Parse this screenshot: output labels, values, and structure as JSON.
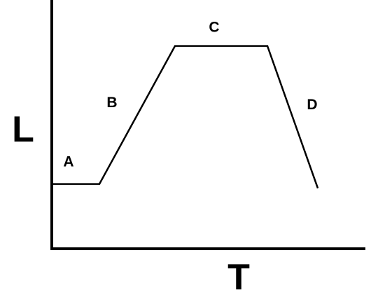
{
  "chart_data": {
    "type": "line",
    "title": "",
    "xlabel": "T",
    "ylabel": "L",
    "grid": false,
    "legend": "none",
    "xlim": [
      0,
      10
    ],
    "ylim": [
      0,
      10
    ],
    "series": [
      {
        "points": [
          {
            "x": 0,
            "y": 1.4
          },
          {
            "x": 1.7,
            "y": 1.4
          },
          {
            "x": 4.4,
            "y": 7.9
          },
          {
            "x": 7.7,
            "y": 7.9
          },
          {
            "x": 9.5,
            "y": 1.2
          }
        ]
      }
    ],
    "segment_labels": [
      {
        "text": "A",
        "from": 0,
        "to": 1
      },
      {
        "text": "B",
        "from": 1,
        "to": 2
      },
      {
        "text": "C",
        "from": 2,
        "to": 3
      },
      {
        "text": "D",
        "from": 3,
        "to": 4
      }
    ],
    "colors": {
      "line": "#000000",
      "background": "#ffffff"
    }
  }
}
